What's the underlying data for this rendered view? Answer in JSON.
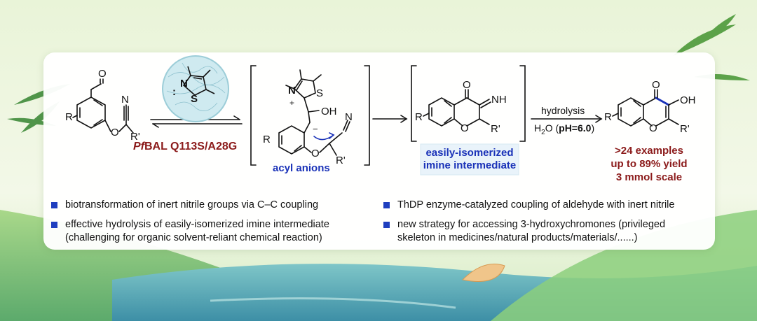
{
  "scheme": {
    "sm_sub": {
      "r": "R",
      "rp": "R'",
      "o": "O",
      "n": "N",
      "o2": "O"
    },
    "enzyme": {
      "prefix": "Pf",
      "rest": "BAL Q113S/A28G"
    },
    "thdp": {
      "n": "N",
      "s": "S",
      "colon": ":"
    },
    "acyl": {
      "n": "N",
      "s": "S",
      "oh": "OH",
      "plus": "+",
      "minus": "−",
      "r": "R",
      "rp": "R'",
      "o": "O",
      "cn": "N",
      "label": "acyl anions"
    },
    "imine": {
      "r": "R",
      "rp": "R'",
      "o": "O",
      "nh": "NH",
      "o2": "O",
      "label_line1": "easily-isomerized",
      "label_line2": "imine intermediate"
    },
    "conditions": {
      "top": "hydrolysis",
      "bottom_prefix": "H",
      "bottom_sub": "2",
      "bottom_mid": "O (",
      "bottom_bold": "pH=6.0",
      "bottom_end": ")"
    },
    "product": {
      "r": "R",
      "rp": "R'",
      "o": "O",
      "oh": "OH",
      "o2": "O"
    },
    "results": [
      ">24 examples",
      "up to 89% yield",
      "3 mmol scale"
    ]
  },
  "bullets_left": [
    {
      "line1": "biotransformation of inert nitrile groups via C–C coupling"
    },
    {
      "line1": "effective hydrolysis of easily-isomerized imine intermediate",
      "line2": "(challenging for organic solvent-reliant chemical reaction)"
    }
  ],
  "bullets_right": [
    {
      "line1": "ThDP enzyme-catalyzed coupling of aldehyde with inert nitrile"
    },
    {
      "line1": "new strategy for accessing 3-hydroxychromones (privileged",
      "line2": "skeleton in medicines/natural products/materials/......)"
    }
  ],
  "colors": {
    "enzyme_red": "#8b1a1a",
    "label_blue": "#1a32b8",
    "bullet_blue": "#1f3fbf",
    "highlight": "#e9f3fa"
  }
}
